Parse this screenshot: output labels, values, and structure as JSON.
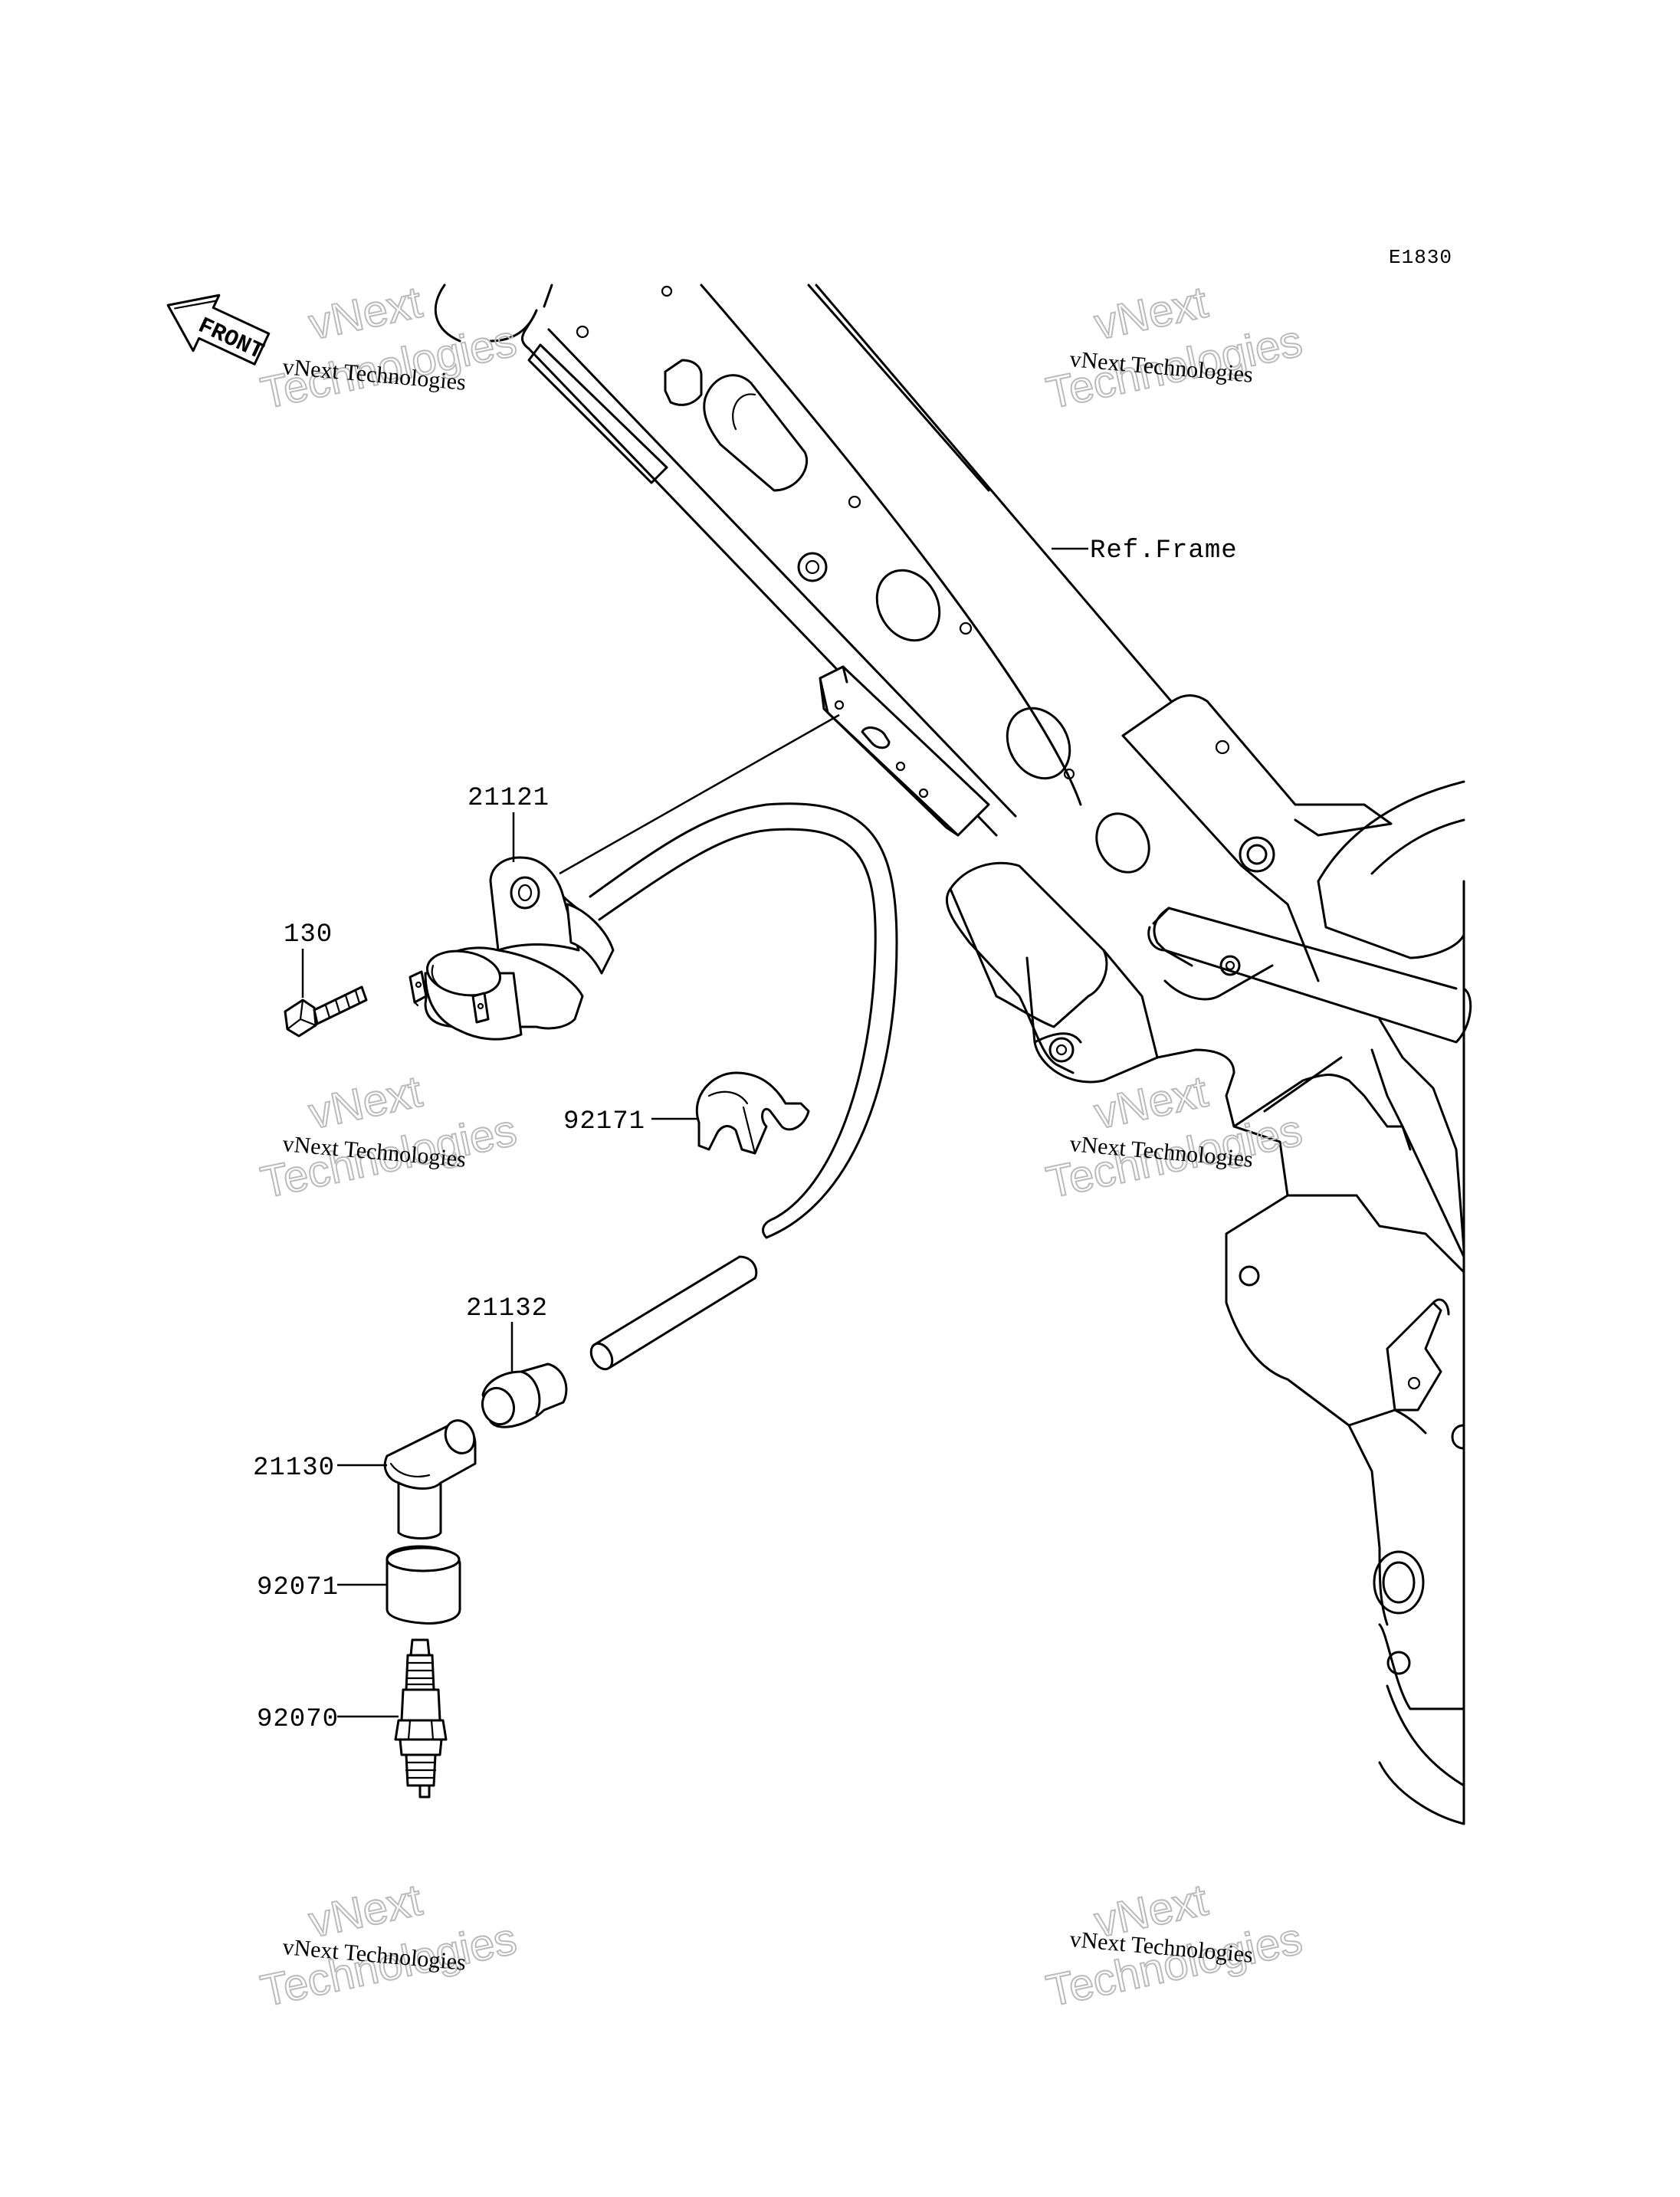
{
  "diagram_code": "E1830",
  "front_arrow_label": "FRONT",
  "ref_label": "Ref.Frame",
  "parts": [
    {
      "number": "21121"
    },
    {
      "number": "130"
    },
    {
      "number": "92171"
    },
    {
      "number": "21132"
    },
    {
      "number": "21130"
    },
    {
      "number": "92071"
    },
    {
      "number": "92070"
    }
  ],
  "watermark": {
    "line1": "vNext",
    "line2": "vNext Technologies",
    "line3": "Technologies"
  },
  "colors": {
    "line": "#000000",
    "watermark_outline": "#bbbbbb",
    "background": "#ffffff"
  }
}
